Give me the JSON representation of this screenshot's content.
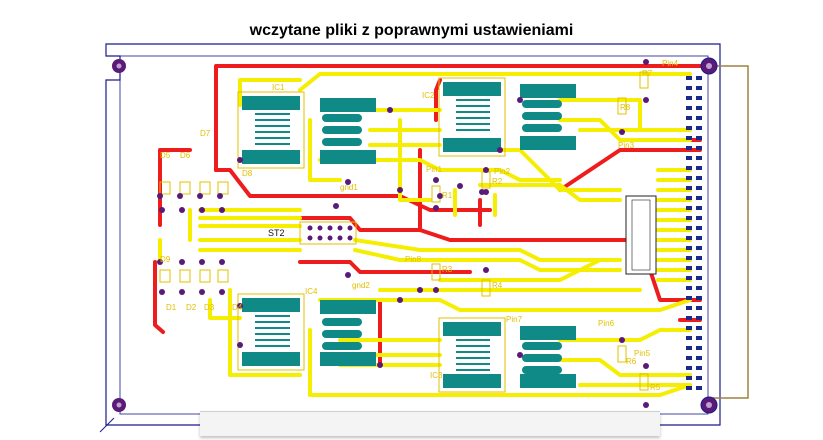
{
  "title": "wczytane pliki z poprawnymi ustawieniami",
  "labels": {
    "ic1": "IC1",
    "ic2": "IC2",
    "ic3": "IC3",
    "ic4": "IC4",
    "st2": "ST2",
    "gnd1": "gnd1",
    "gnd2": "gnd2",
    "pin1": "Pin1",
    "pin2": "Pin2",
    "pin3": "Pin3",
    "pin4": "Pin4",
    "pin5": "Pin5",
    "pin6": "Pin6",
    "pin7": "Pin7",
    "pin8": "Pin8",
    "r1": "R1",
    "r2": "R2",
    "r3": "R3",
    "r4": "R4",
    "r5": "R5",
    "r6": "R6",
    "r7": "R7",
    "r8": "R8",
    "d1": "D1",
    "d2": "D2",
    "d3": "D3",
    "d4": "D4",
    "d5": "D5",
    "d6": "D6",
    "d7": "D7",
    "d8": "D8",
    "d9": "D9"
  },
  "colors": {
    "outline": "#1a1a8c",
    "track_yellow": "#f5ee00",
    "track_red": "#ee1c1c",
    "pad_teal": "#0f8a86",
    "via_purple": "#5a1a78",
    "silkscreen": "#e0c000",
    "connector": "#a08040"
  }
}
